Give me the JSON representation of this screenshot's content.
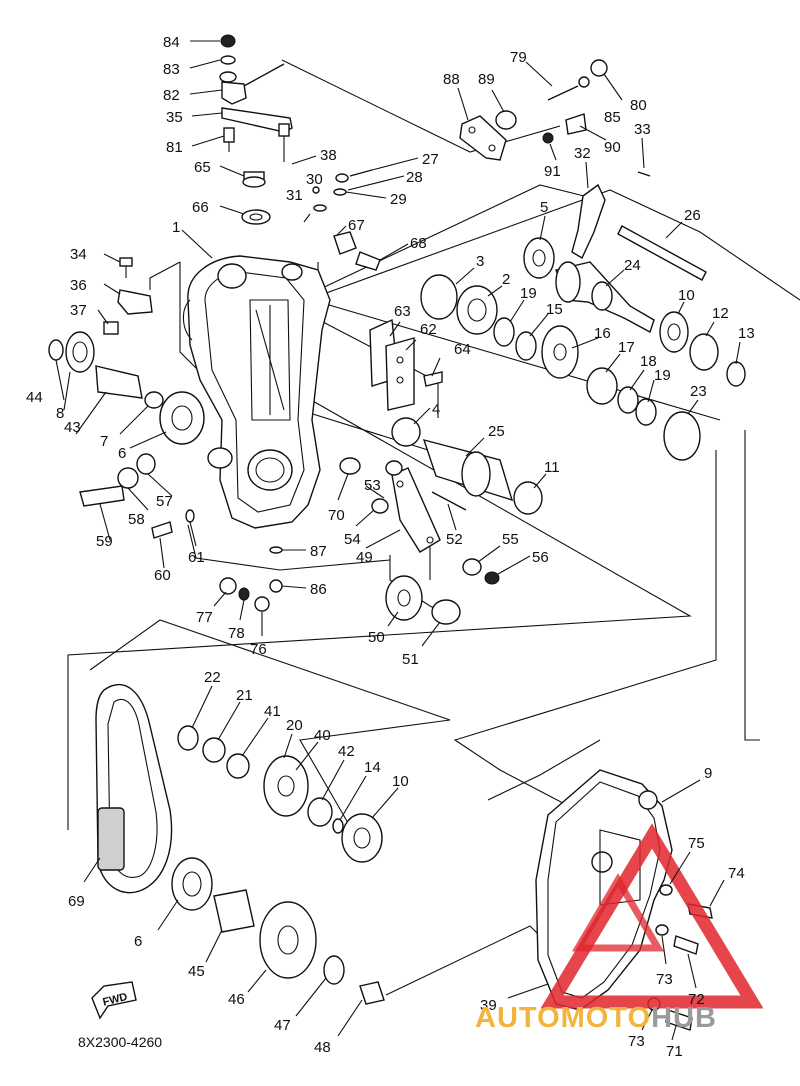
{
  "document_code": "8X2300-4260",
  "direction_label": "FWD",
  "watermark": {
    "part1": "AUTOMOTO",
    "part2": "HUB",
    "color_primary": "#f3b43c",
    "color_secondary": "#9a9a9a",
    "accent_red": "#e0242b"
  },
  "callouts": {
    "c84": "84",
    "c83": "83",
    "c82": "82",
    "c35": "35",
    "c81": "81",
    "c65": "65",
    "c66": "66",
    "c38": "38",
    "c27": "27",
    "c28": "28",
    "c29": "29",
    "c30": "30",
    "c31": "31",
    "c67": "67",
    "c68": "68",
    "c88": "88",
    "c89": "89",
    "c79": "79",
    "c85": "85",
    "c80": "80",
    "c90": "90",
    "c33": "33",
    "c32": "32",
    "c91": "91",
    "c26": "26",
    "c1": "1",
    "c34": "34",
    "c36": "36",
    "c37": "37",
    "c44": "44",
    "c8": "8",
    "c43": "43",
    "c7": "7",
    "c6a": "6",
    "c57": "57",
    "c58": "58",
    "c59": "59",
    "c60": "60",
    "c61": "61",
    "c70": "70",
    "c53": "53",
    "c54": "54",
    "c49": "49",
    "c52": "52",
    "c55": "55",
    "c56": "56",
    "c87": "87",
    "c86": "86",
    "c77": "77",
    "c78": "78",
    "c76": "76",
    "c50": "50",
    "c51": "51",
    "c63": "63",
    "c62": "62",
    "c64": "64",
    "c4": "4",
    "c25": "25",
    "c11": "11",
    "c3": "3",
    "c2": "2",
    "c19a": "19",
    "c15": "15",
    "c5": "5",
    "c24": "24",
    "c10a": "10",
    "c12": "12",
    "c13": "13",
    "c16": "16",
    "c17": "17",
    "c18": "18",
    "c19b": "19",
    "c23": "23",
    "c22": "22",
    "c21": "21",
    "c41": "41",
    "c20": "20",
    "c40": "40",
    "c42": "42",
    "c14": "14",
    "c10b": "10",
    "c9": "9",
    "c75": "75",
    "c74": "74",
    "c69": "69",
    "c6b": "6",
    "c45": "45",
    "c46": "46",
    "c47": "47",
    "c48": "48",
    "c39": "39",
    "c73a": "73",
    "c72": "72",
    "c73b": "73",
    "c71": "71"
  }
}
